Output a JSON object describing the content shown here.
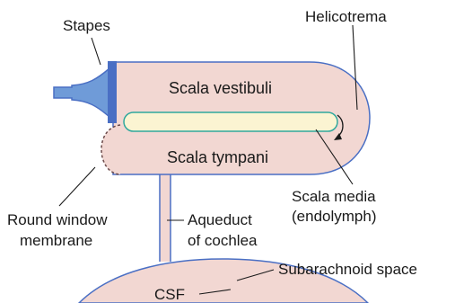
{
  "labels": {
    "stapes": "Stapes",
    "helicotrema": "Helicotrema",
    "scala_vestibuli": "Scala vestibuli",
    "scala_tympani": "Scala tympani",
    "scala_media": "Scala media",
    "endolymph": "(endolymph)",
    "round_window_1": "Round window",
    "round_window_2": "membrane",
    "aqueduct_1": "Aqueduct",
    "aqueduct_2": "of cochlea",
    "subarachnoid": "Subarachnoid space",
    "csf": "CSF"
  },
  "colors": {
    "fluid_fill": "#f2d7d2",
    "outline": "#4a6fc4",
    "stapes": "#6f9bd8",
    "stapes_dark": "#4a6fc4",
    "media_fill": "#fbf4d2",
    "media_border": "#2fa89d",
    "leader": "#1a1a1a"
  }
}
